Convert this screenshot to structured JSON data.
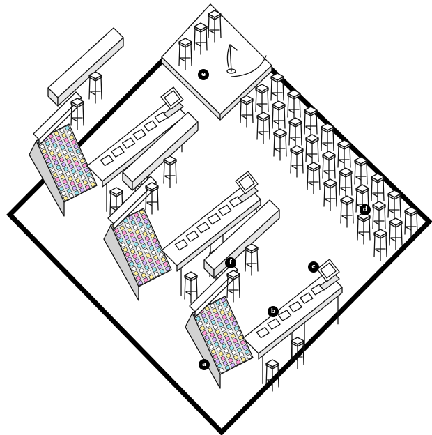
{
  "palette": {
    "line": "#111111",
    "wall": "#000000",
    "floor": "#ffffff",
    "panel_light": "#e6e6e6",
    "panel_dark": "#d2d2d2",
    "book_colors": [
      "#ff9ad6",
      "#9ae6f0",
      "#fff09a",
      "#d6b3ff",
      "#ffffff"
    ]
  },
  "markers": [
    {
      "id": "a",
      "label": "a"
    },
    {
      "id": "b",
      "label": "b"
    },
    {
      "id": "c",
      "label": "c"
    },
    {
      "id": "d",
      "label": "d"
    },
    {
      "id": "e",
      "label": "e"
    },
    {
      "id": "f",
      "label": "f"
    }
  ]
}
